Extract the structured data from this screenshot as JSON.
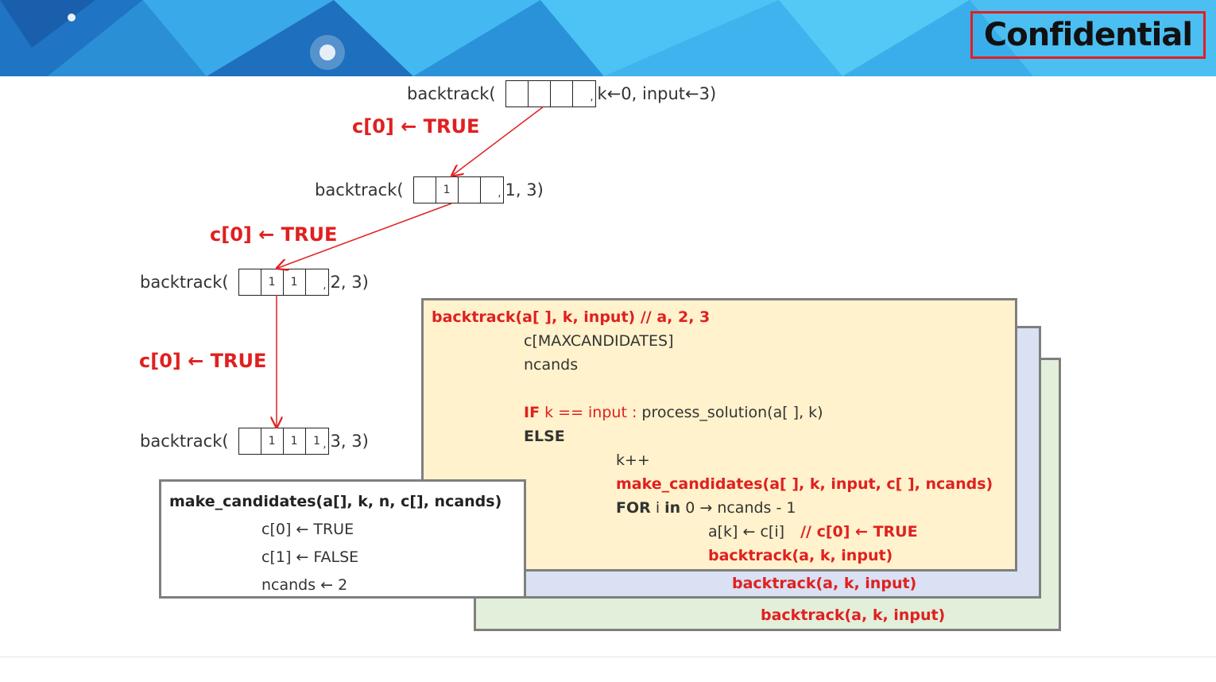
{
  "header": {
    "confidential": "Confidential"
  },
  "calls": [
    {
      "prefix": "backtrack(",
      "cells": [
        "",
        "",
        "",
        ""
      ],
      "suffix": "k←0, input←3)"
    },
    {
      "prefix": "backtrack(",
      "cells": [
        "",
        "1",
        "",
        ""
      ],
      "suffix": "1, 3)"
    },
    {
      "prefix": "backtrack(",
      "cells": [
        "",
        "1",
        "1",
        ""
      ],
      "suffix": "2, 3)"
    },
    {
      "prefix": "backtrack(",
      "cells": [
        "",
        "1",
        "1",
        "1"
      ],
      "suffix": "3, 3)"
    }
  ],
  "edge_labels": [
    "c[0] ← TRUE",
    "c[0] ← TRUE",
    "c[0] ← TRUE"
  ],
  "code": {
    "sig": "backtrack(a[ ], k, input)  // a, 2, 3",
    "l1": "c[MAXCANDIDATES]",
    "l2": "ncands",
    "if_kw": "IF",
    "if_cond": "k == input :",
    "if_body": "process_solution(a[ ], k)",
    "else_kw": "ELSE",
    "inc": "k++",
    "make": "make_candidates(a[ ], k, input, c[ ], ncands)",
    "for_kw": "FOR",
    "for_i": "i",
    "for_in": "in",
    "for_range": "0 → ncands - 1",
    "assign": "a[k] ← c[i]",
    "assign_comment": "// c[0] ← TRUE",
    "recurse": "backtrack(a, k, input)",
    "blue_recurse": "backtrack(a, k, input)",
    "green_recurse": "backtrack(a, k, input)"
  },
  "make_box": {
    "sig": "make_candidates(a[], k, n, c[], ncands)",
    "l1": "c[0] ← TRUE",
    "l2": "c[1] ← FALSE",
    "l3": "ncands ← 2"
  },
  "colors": {
    "accent_red": "#e02020",
    "yellow": "#fff2cc",
    "blue": "#d9e1f2",
    "green": "#e2efda",
    "banner": "#2fa8e6"
  }
}
